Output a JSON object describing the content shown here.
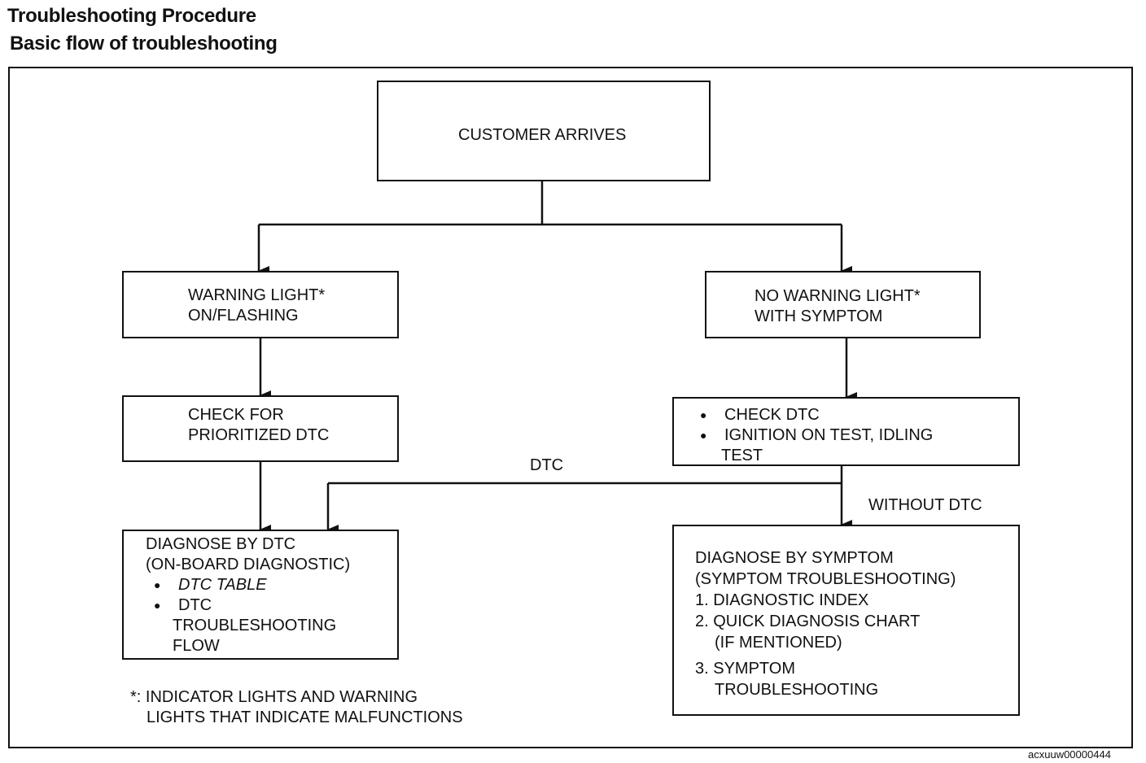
{
  "header": {
    "title": "Troubleshooting Procedure",
    "subtitle": "Basic flow of troubleshooting"
  },
  "nodes": {
    "start": "CUSTOMER ARRIVES",
    "warning": [
      "WARNING LIGHT*",
      "ON/FLASHING"
    ],
    "no_warning": [
      "NO WARNING LIGHT*",
      "WITH SYMPTOM"
    ],
    "check_prioritized": [
      "CHECK FOR",
      "PRIORITIZED DTC"
    ],
    "check_dtc": {
      "bullet1": "CHECK DTC",
      "bullet2_line1": "IGNITION ON TEST, IDLING",
      "bullet2_line2": "TEST"
    },
    "diagnose_dtc": {
      "line1": "DIAGNOSE BY DTC",
      "line2": "(ON-BOARD DIAGNOSTIC)",
      "bullet1": "DTC TABLE",
      "bullet2_line1": "DTC",
      "bullet2_line2": "TROUBLESHOOTING",
      "bullet2_line3": "FLOW"
    },
    "diagnose_symptom": {
      "line1": "DIAGNOSE BY SYMPTOM",
      "line2": "(SYMPTOM TROUBLESHOOTING)",
      "item1": "1. DIAGNOSTIC INDEX",
      "item2_line1": "2. QUICK DIAGNOSIS CHART",
      "item2_line2": "(IF MENTIONED)",
      "item3_line1": "3. SYMPTOM",
      "item3_line2": "TROUBLESHOOTING"
    }
  },
  "edge_labels": {
    "dtc": "DTC",
    "without_dtc": "WITHOUT DTC"
  },
  "footnote": {
    "line1": "*: INDICATOR LIGHTS AND WARNING",
    "line2": "LIGHTS THAT INDICATE MALFUNCTIONS"
  },
  "figure_code": "acxuuw00000444"
}
